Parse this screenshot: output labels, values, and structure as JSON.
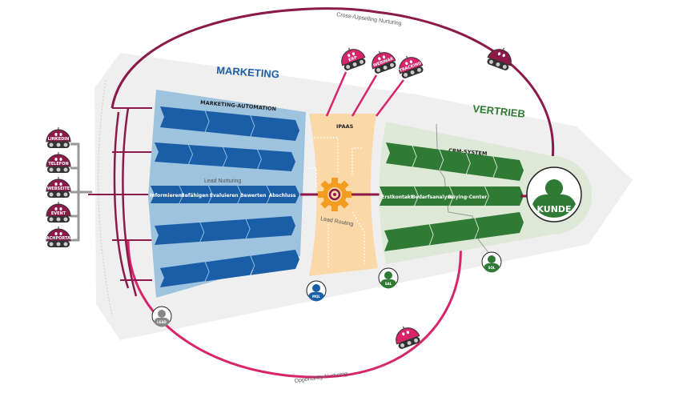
{
  "sections": {
    "marketing": "MARKETING",
    "vertrieb": "VERTRIEB",
    "marketing_automation": "MARKETING-AUTOMATION",
    "ipaas": "IPAAS",
    "crm_system": "CRM-SYSTEM"
  },
  "flows": {
    "cross_upselling": "Cross-/Upselling Nurturing",
    "opportunity": "Opportunity Nurturing",
    "lead_nurturing": "Lead Nurturing",
    "lead_routing": "Lead Routing"
  },
  "marketing_steps": [
    "Informieren",
    "Befähigen",
    "Evaluieren",
    "Bewerten",
    "Abschluss"
  ],
  "sales_steps": [
    "Erstkontakt",
    "Bedarfsanalyse",
    "Buying-Center"
  ],
  "sources": [
    "LINKEDIN",
    "TELEFON",
    "WEBSEITE",
    "EVENT",
    "FACHPORTAL"
  ],
  "integrations": [
    "ERP",
    "WEBINAR",
    "TRACKING"
  ],
  "stages": {
    "lead": "LEAD",
    "mql": "MQL",
    "sal": "SAL",
    "sql": "SQL",
    "kunde": "KUNDE"
  },
  "colors": {
    "marketing": "#1a5ea8",
    "vertrieb": "#2f7a34",
    "ipaas": "#f39c1f",
    "loop": "#8b1a48",
    "robot": "#d8246a"
  }
}
